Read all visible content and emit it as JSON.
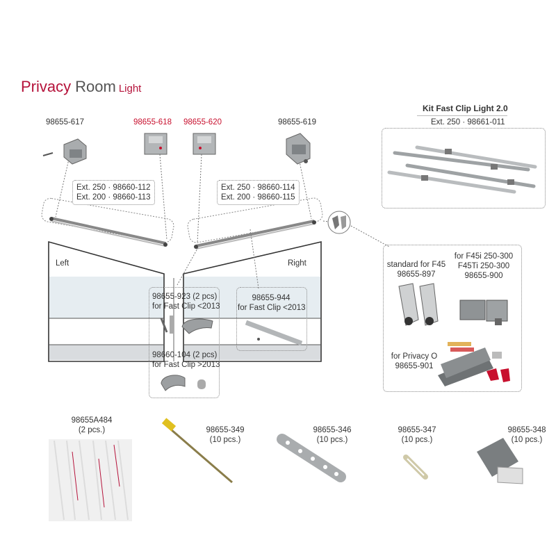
{
  "title": {
    "part1": "Privacy",
    "part2": "Room",
    "part3": "Light"
  },
  "colors": {
    "brand_red": "#c8102e",
    "title_red": "#b5123a",
    "part_gray": "#a9acae"
  },
  "top_parts": [
    {
      "code": "98655-617",
      "highlight": false
    },
    {
      "code": "98655-618",
      "highlight": true
    },
    {
      "code": "98655-620",
      "highlight": true
    },
    {
      "code": "98655-619",
      "highlight": false
    }
  ],
  "ext_left": {
    "line1": "Ext. 250 · 98660-112",
    "line2": "Ext. 200 · 98660-113"
  },
  "ext_right": {
    "line1": "Ext. 250 · 98660-114",
    "line2": "Ext. 200 · 98660-115"
  },
  "kit": {
    "title": "Kit Fast Clip Light 2.0",
    "subtitle": "Ext. 250 · 98661-011"
  },
  "walls": {
    "left": "Left",
    "right": "Right"
  },
  "clip_old": {
    "code": "98655-923 (2 pcs)",
    "desc": "for Fast Clip <2013"
  },
  "clip_new": {
    "code": "98660-104 (2 pcs)",
    "desc": "for Fast Clip >2013"
  },
  "rail_944": {
    "code": "98655-944",
    "desc": "for Fast Clip <2013"
  },
  "adapters": {
    "std_line1": "standard for F45",
    "std_line2": "98655-897",
    "f45i_line1": "for F45i 250-300",
    "f45i_line2": "F45Ti 250-300",
    "f45i_line3": "98655-900",
    "priv_line1": "for Privacy O",
    "priv_line2": "98655-901"
  },
  "bottom_parts": [
    {
      "code": "98655A484",
      "qty": "(2 pcs.)"
    },
    {
      "code": "98655-349",
      "qty": "(10 pcs.)"
    },
    {
      "code": "98655-346",
      "qty": "(10 pcs.)"
    },
    {
      "code": "98655-347",
      "qty": "(10 pcs.)"
    },
    {
      "code": "98655-348",
      "qty": "(10 pcs.)"
    }
  ]
}
